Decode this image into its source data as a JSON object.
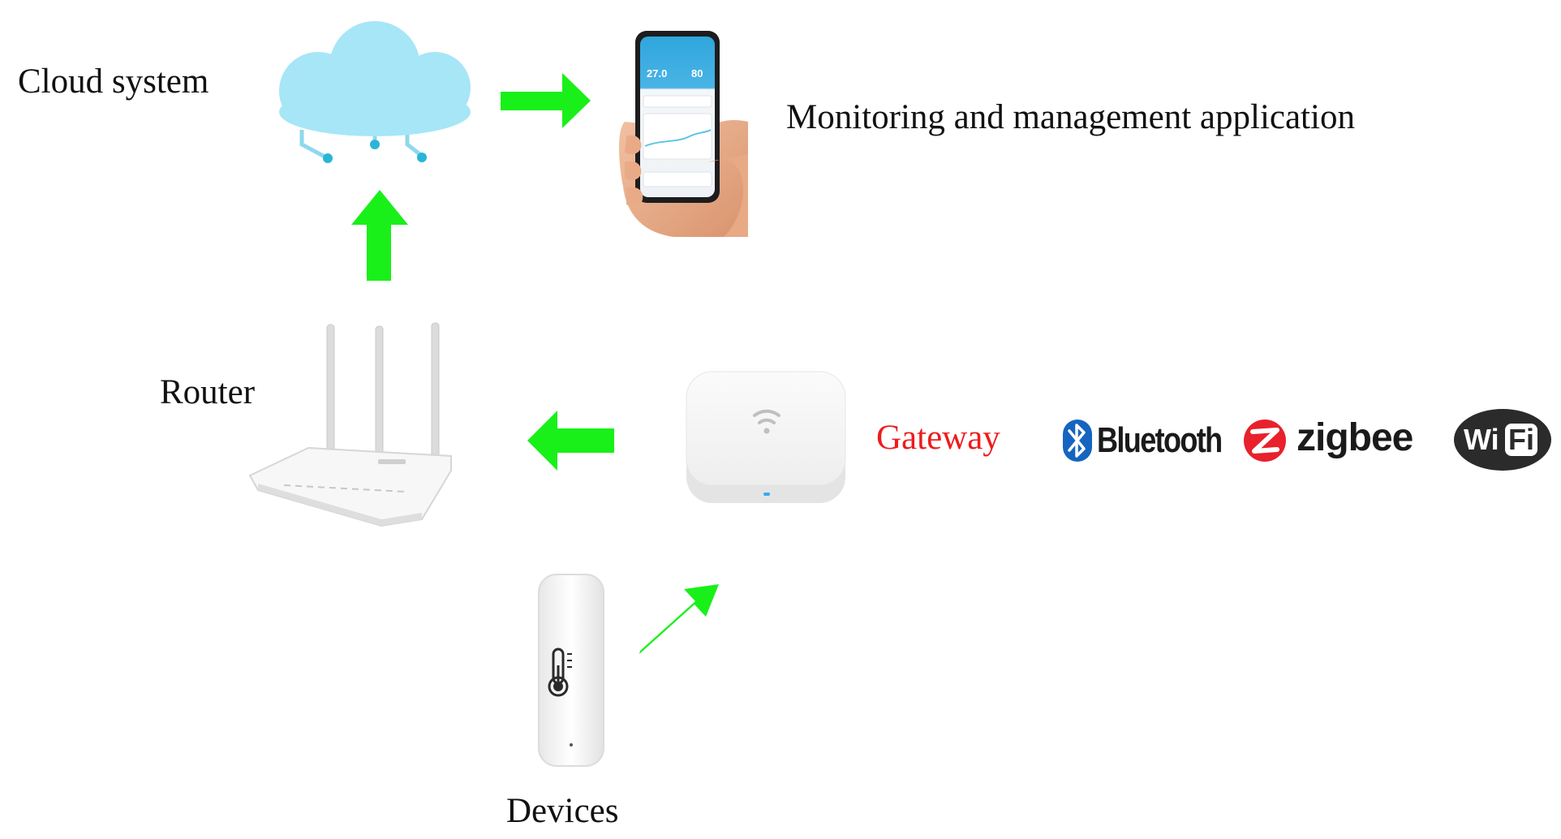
{
  "labels": {
    "cloud": "Cloud system",
    "app": "Monitoring and management application",
    "router": "Router",
    "gateway": "Gateway",
    "devices": "Devices"
  },
  "phone_screen": {
    "reading_left": "27.0",
    "reading_right": "80"
  },
  "protocols": {
    "bluetooth": "Bluetooth",
    "zigbee": "zigbee",
    "wifi_wi": "Wi",
    "wifi_fi": "Fi"
  },
  "colors": {
    "arrow": "#19f019",
    "cloud": "#a6e6f7",
    "gateway_label": "#ee1c1c",
    "bluetooth": "#1565c0",
    "zigbee": "#e8212c",
    "wifi": "#2b2b2b"
  },
  "icons": [
    "cloud-icon",
    "smartphone-icon",
    "router-icon",
    "gateway-hub-icon",
    "sensor-device-icon",
    "bluetooth-icon",
    "zigbee-icon",
    "wifi-icon",
    "arrow-icon"
  ]
}
